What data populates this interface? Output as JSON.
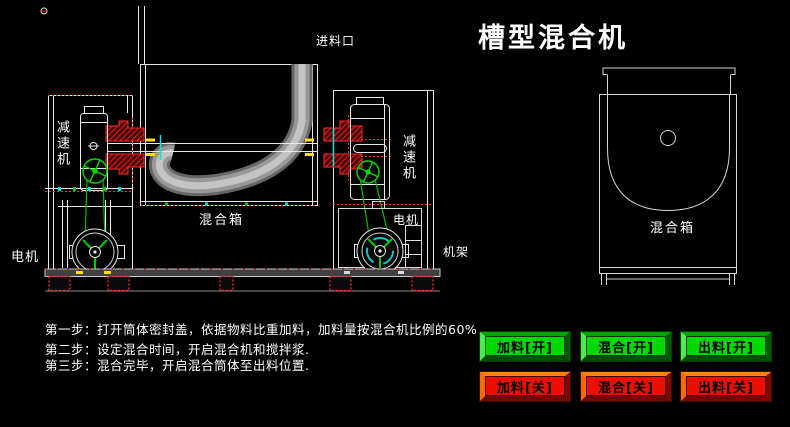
{
  "title": "槽型混合机",
  "diagram": {
    "labels": {
      "feed_inlet": "进料口",
      "reducer_left": "减速机",
      "reducer_right": "减速机",
      "motor_left": "电机",
      "motor_right": "电机",
      "frame": "机架",
      "mixing_box_main": "混合箱",
      "mixing_box_side": "混合箱"
    },
    "colors": {
      "line": "#e8e8e8",
      "highlight_red": "#ff3030",
      "belt_green": "#00c800",
      "accent_cyan": "#00e5e5",
      "accent_yellow": "#ffe000",
      "ribbon_gray": "#9c9c9c"
    }
  },
  "instructions": {
    "steps": [
      "第一步：打开筒体密封盖，依据物料比重加料，加料量按混合机比例的60%",
      "第二步：设定混合时间，开启混合机和搅拌浆.",
      "第三步：混合完毕，开启混合筒体至出料位置."
    ]
  },
  "controls": {
    "on_color": "#00d900",
    "off_color": "#ea0f00",
    "on": [
      {
        "id": "feed-on",
        "label": "加料[开]"
      },
      {
        "id": "mix-on",
        "label": "混合[开]"
      },
      {
        "id": "discharge-on",
        "label": "出料[开]"
      }
    ],
    "off": [
      {
        "id": "feed-off",
        "label": "加料[关]"
      },
      {
        "id": "mix-off",
        "label": "混合[关]"
      },
      {
        "id": "discharge-off",
        "label": "出料[关]"
      }
    ]
  }
}
